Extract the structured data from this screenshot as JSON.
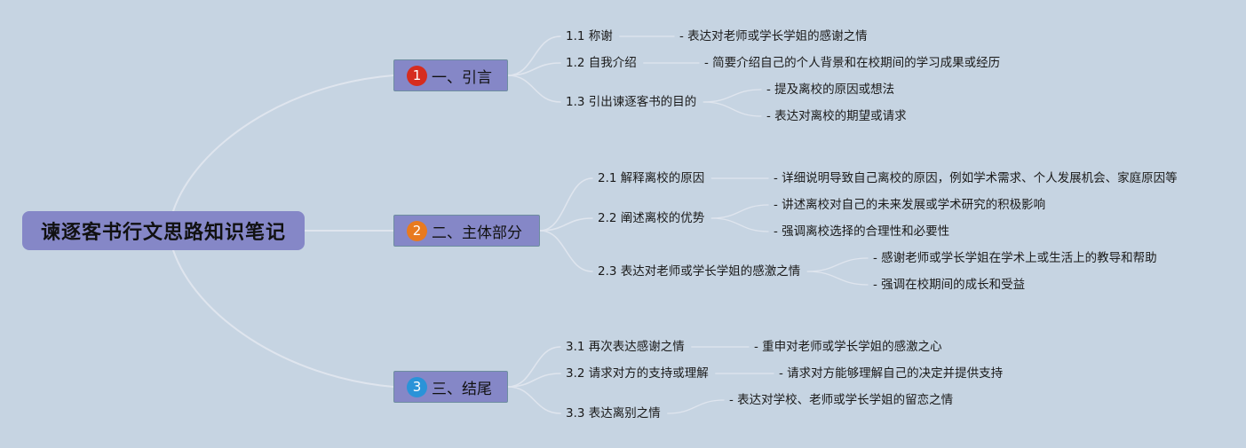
{
  "title": "谏逐客书行文思路知识笔记",
  "colors": {
    "background": "#c6d4e2",
    "node_fill": "#8587c7",
    "link": "#dfe5ee"
  },
  "branches": [
    {
      "num": "1",
      "num_color": "#d62c1f",
      "label": "一、引言",
      "items": [
        {
          "label": "1.1 称谢",
          "details": [
            "- 表达对老师或学长学姐的感谢之情"
          ]
        },
        {
          "label": "1.2 自我介绍",
          "details": [
            "- 简要介绍自己的个人背景和在校期间的学习成果或经历"
          ]
        },
        {
          "label": "1.3 引出谏逐客书的目的",
          "details": [
            "- 提及离校的原因或想法",
            "- 表达对离校的期望或请求"
          ]
        }
      ]
    },
    {
      "num": "2",
      "num_color": "#e87a1f",
      "label": "二、主体部分",
      "items": [
        {
          "label": "2.1 解释离校的原因",
          "details": [
            "- 详细说明导致自己离校的原因，例如学术需求、个人发展机会、家庭原因等"
          ]
        },
        {
          "label": "2.2 阐述离校的优势",
          "details": [
            "- 讲述离校对自己的未来发展或学术研究的积极影响",
            "- 强调离校选择的合理性和必要性"
          ]
        },
        {
          "label": "2.3 表达对老师或学长学姐的感激之情",
          "details": [
            "- 感谢老师或学长学姐在学术上或生活上的教导和帮助",
            "- 强调在校期间的成长和受益"
          ]
        }
      ]
    },
    {
      "num": "3",
      "num_color": "#2a93d8",
      "label": "三、结尾",
      "items": [
        {
          "label": "3.1 再次表达感谢之情",
          "details": [
            "- 重申对老师或学长学姐的感激之心"
          ]
        },
        {
          "label": "3.2 请求对方的支持或理解",
          "details": [
            "- 请求对方能够理解自己的决定并提供支持"
          ]
        },
        {
          "label": "3.3 表达离别之情",
          "details": [
            "- 表达对学校、老师或学长学姐的留恋之情"
          ]
        }
      ]
    }
  ]
}
